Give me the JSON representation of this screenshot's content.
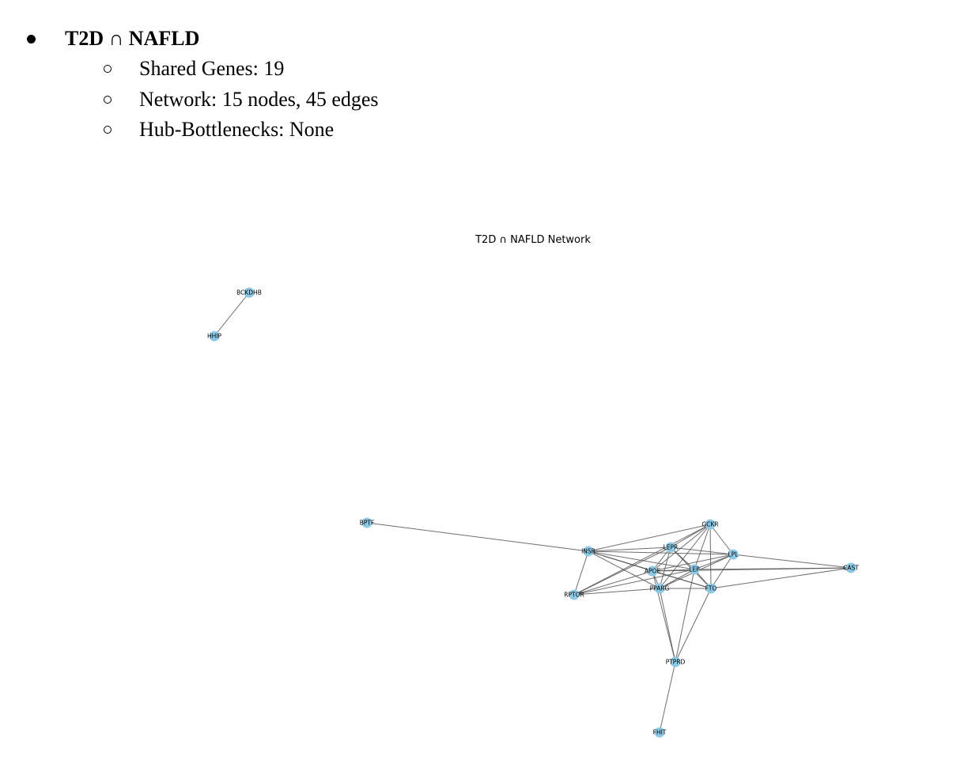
{
  "heading": {
    "title": "T2D ∩ NAFLD",
    "items": [
      "Shared Genes: 19",
      "Network: 15 nodes, 45 edges",
      "Hub-Bottlenecks: None"
    ]
  },
  "network": {
    "title": "T2D ∩ NAFLD Network",
    "node_color": "#8ec9e6",
    "edge_color": "#555555",
    "nodes": [
      "BCKDHB",
      "HHIP",
      "BPTF",
      "INSR",
      "LEPR",
      "GCKR",
      "LPL",
      "CAST",
      "APOE",
      "LEP",
      "PPARG",
      "FTO",
      "RPTOR",
      "PTPRD",
      "FHIT"
    ],
    "edges": [
      [
        "BCKDHB",
        "HHIP"
      ],
      [
        "BPTF",
        "INSR"
      ],
      [
        "INSR",
        "LEPR"
      ],
      [
        "INSR",
        "GCKR"
      ],
      [
        "INSR",
        "LPL"
      ],
      [
        "INSR",
        "APOE"
      ],
      [
        "INSR",
        "LEP"
      ],
      [
        "INSR",
        "PPARG"
      ],
      [
        "INSR",
        "FTO"
      ],
      [
        "INSR",
        "RPTOR"
      ],
      [
        "LEPR",
        "GCKR"
      ],
      [
        "LEPR",
        "LPL"
      ],
      [
        "LEPR",
        "APOE"
      ],
      [
        "LEPR",
        "LEP"
      ],
      [
        "LEPR",
        "PPARG"
      ],
      [
        "LEPR",
        "FTO"
      ],
      [
        "LEPR",
        "RPTOR"
      ],
      [
        "GCKR",
        "LPL"
      ],
      [
        "GCKR",
        "APOE"
      ],
      [
        "GCKR",
        "LEP"
      ],
      [
        "GCKR",
        "PPARG"
      ],
      [
        "GCKR",
        "FTO"
      ],
      [
        "GCKR",
        "RPTOR"
      ],
      [
        "LPL",
        "CAST"
      ],
      [
        "LPL",
        "APOE"
      ],
      [
        "LPL",
        "LEP"
      ],
      [
        "LPL",
        "PPARG"
      ],
      [
        "LPL",
        "FTO"
      ],
      [
        "CAST",
        "APOE"
      ],
      [
        "CAST",
        "LEP"
      ],
      [
        "CAST",
        "FTO"
      ],
      [
        "APOE",
        "LEP"
      ],
      [
        "APOE",
        "PPARG"
      ],
      [
        "APOE",
        "FTO"
      ],
      [
        "APOE",
        "RPTOR"
      ],
      [
        "APOE",
        "PTPRD"
      ],
      [
        "LEP",
        "PPARG"
      ],
      [
        "LEP",
        "FTO"
      ],
      [
        "LEP",
        "RPTOR"
      ],
      [
        "LEP",
        "PTPRD"
      ],
      [
        "PPARG",
        "FTO"
      ],
      [
        "PPARG",
        "RPTOR"
      ],
      [
        "PPARG",
        "PTPRD"
      ],
      [
        "FTO",
        "PTPRD"
      ],
      [
        "PTPRD",
        "FHIT"
      ]
    ]
  }
}
